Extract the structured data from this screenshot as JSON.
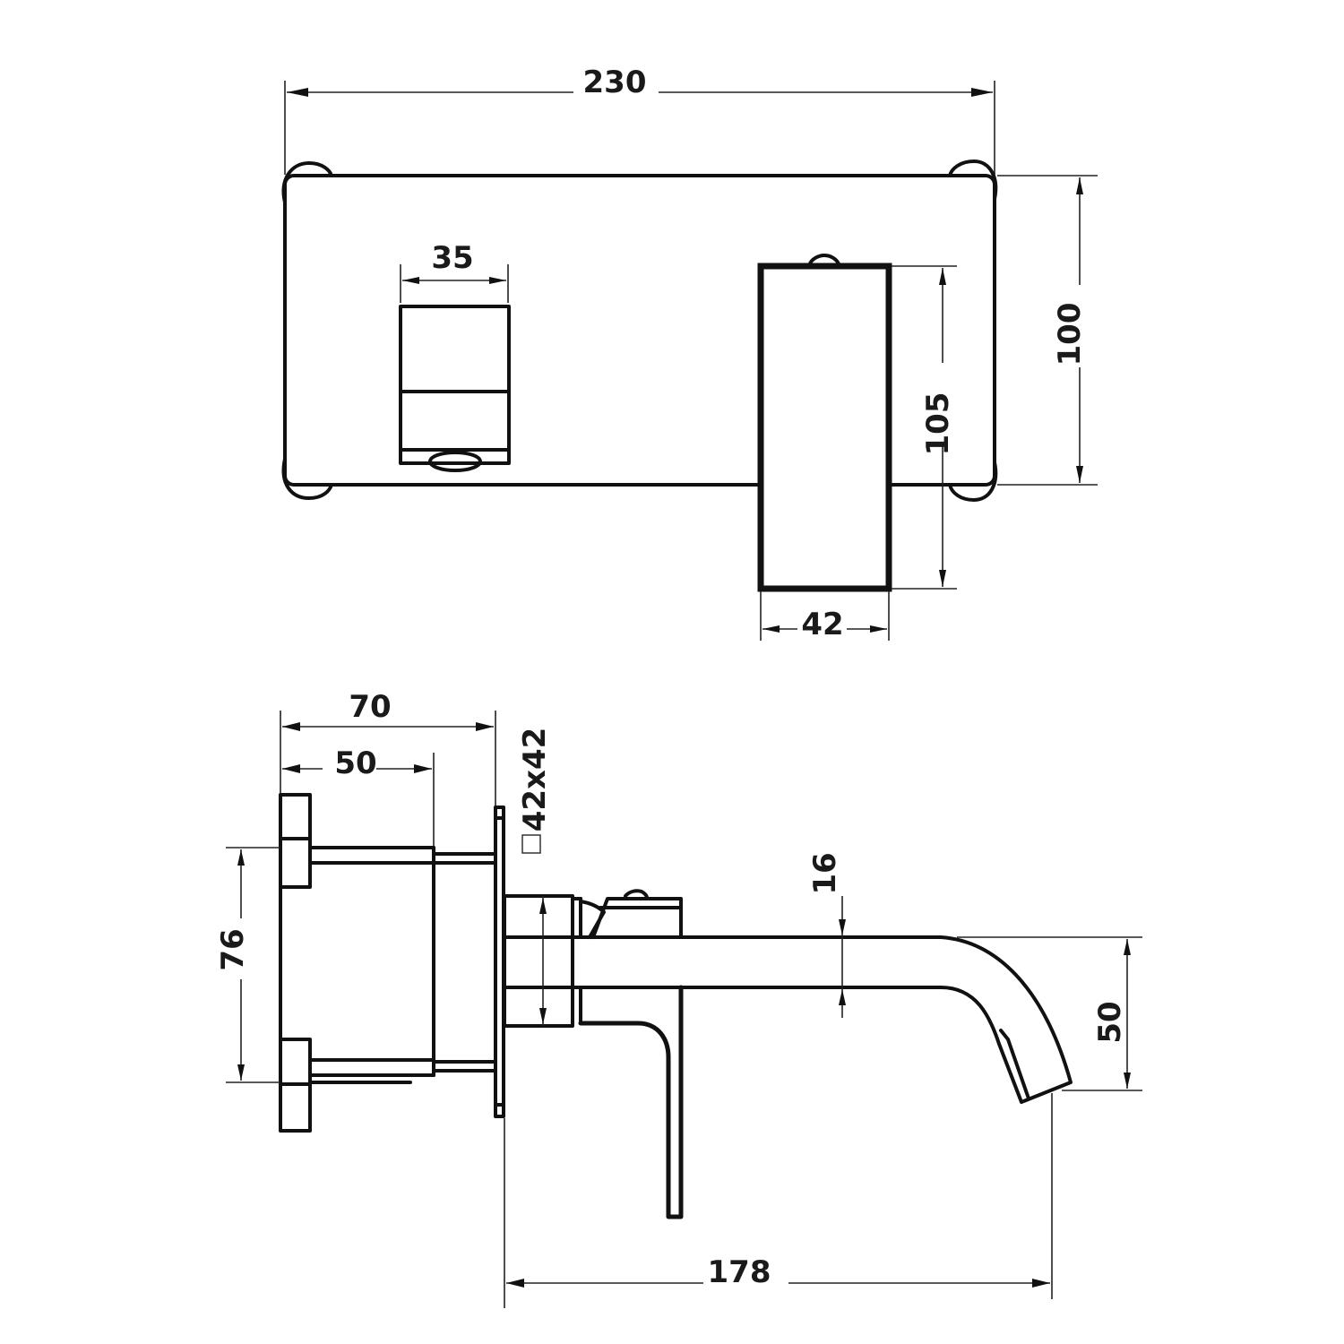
{
  "drawing": {
    "subject": "Wall-mounted basin mixer tap technical drawing",
    "units": "mm",
    "stroke_color": "#111111",
    "background": "#ffffff"
  },
  "front_view": {
    "dimensions": {
      "plate_width": "230",
      "plate_height": "100",
      "lever_width": "35",
      "spout_height": "105",
      "spout_width": "42"
    }
  },
  "side_view": {
    "dimensions": {
      "body_depth_total": "70",
      "body_depth": "50",
      "body_height": "76",
      "spout_section": "42x42",
      "spout_thickness": "16",
      "spout_drop": "50",
      "projection": "178"
    },
    "square_symbol": "□"
  }
}
